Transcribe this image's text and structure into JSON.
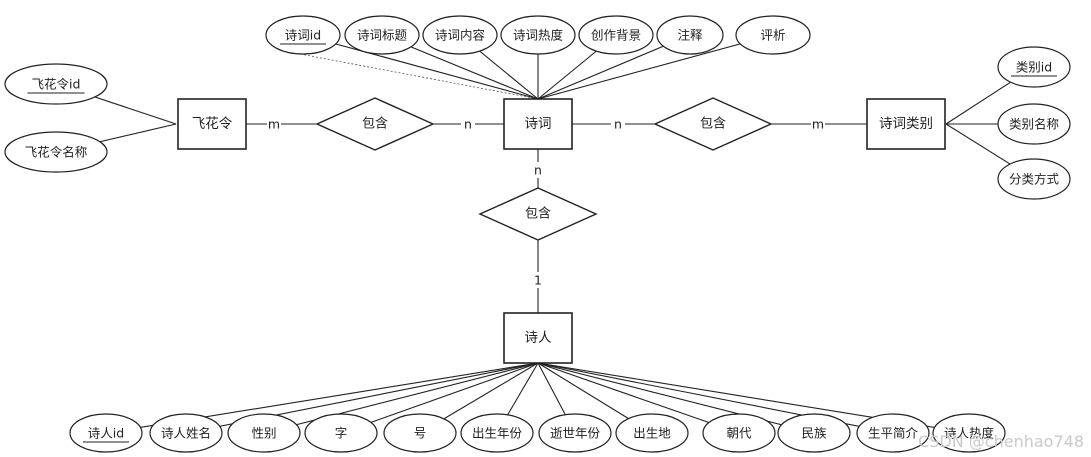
{
  "entities": {
    "feihualing": "飞花令",
    "poem": "诗词",
    "category": "诗词类别",
    "poet": "诗人"
  },
  "relationships": {
    "r_feihualing_poem": "包含",
    "r_poem_category": "包含",
    "r_poem_poet": "包含"
  },
  "cardinalities": {
    "fh_m": "m",
    "fh_n": "n",
    "cat_n": "n",
    "cat_m": "m",
    "poet_n": "n",
    "poet_1": "1"
  },
  "attributes": {
    "feihualing": [
      {
        "label": "飞花令id",
        "key": true
      },
      {
        "label": "飞花令名称",
        "key": false
      }
    ],
    "poem": [
      {
        "label": "诗词id",
        "key": true
      },
      {
        "label": "诗词标题",
        "key": false
      },
      {
        "label": "诗词内容",
        "key": false
      },
      {
        "label": "诗词热度",
        "key": false
      },
      {
        "label": "创作背景",
        "key": false
      },
      {
        "label": "注释",
        "key": false
      },
      {
        "label": "评析",
        "key": false
      }
    ],
    "category": [
      {
        "label": "类别id",
        "key": true
      },
      {
        "label": "类别名称",
        "key": false
      },
      {
        "label": "分类方式",
        "key": false
      }
    ],
    "poet": [
      {
        "label": "诗人id",
        "key": true
      },
      {
        "label": "诗人姓名",
        "key": false
      },
      {
        "label": "性别",
        "key": false
      },
      {
        "label": "字",
        "key": false
      },
      {
        "label": "号",
        "key": false
      },
      {
        "label": "出生年份",
        "key": false
      },
      {
        "label": "逝世年份",
        "key": false
      },
      {
        "label": "出生地",
        "key": false
      },
      {
        "label": "朝代",
        "key": false
      },
      {
        "label": "民族",
        "key": false
      },
      {
        "label": "生平简介",
        "key": false
      },
      {
        "label": "诗人热度",
        "key": false
      }
    ]
  },
  "watermark": "CSDN @chenhao748"
}
